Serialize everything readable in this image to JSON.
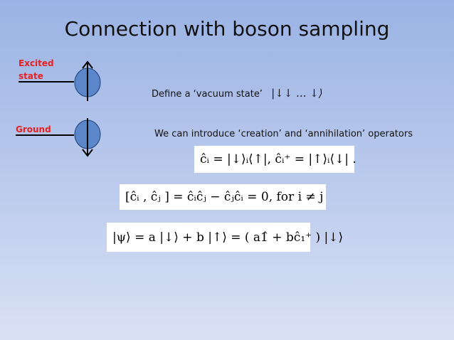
{
  "slide": {
    "title": "Connection with boson sampling"
  },
  "diagram": {
    "excited_label_line1": "Excited",
    "excited_label_line2": "state",
    "ground_label": "Ground",
    "label_color": "#e8201f",
    "circle_color": "#5b86c9",
    "excited_spin": "up-arrow",
    "ground_spin": "down-arrow"
  },
  "text": {
    "vacuum_prefix": "Define a ‘vacuum state’",
    "vacuum_ket": "|↓↓ ... ↓⟩",
    "operators_line": "We can introduce ‘creation’ and ‘annihilation’ operators"
  },
  "equations": {
    "eq1": "ĉᵢ = |↓⟩ᵢ⟨↑|,   ĉᵢ⁺ = |↑⟩ᵢ⟨↓| .",
    "eq2": "[ĉᵢ , ĉⱼ ] = ĉᵢĉⱼ − ĉⱼĉᵢ = 0,   for i ≠ j",
    "eq3": "|ψ⟩ = a |↓⟩ + b |↑⟩ = ( a1̂ + bĉ₁⁺ ) |↓⟩"
  }
}
